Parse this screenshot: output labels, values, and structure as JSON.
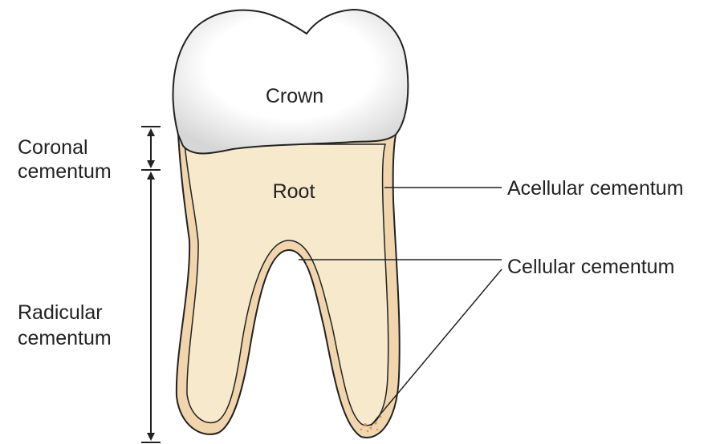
{
  "labels": {
    "crown": "Crown",
    "root": "Root",
    "coronal_line1": "Coronal",
    "coronal_line2": "cementum",
    "radicular_line1": "Radicular",
    "radicular_line2": "cementum",
    "acellular": "Acellular cementum",
    "cellular": "Cellular cementum"
  },
  "colors": {
    "enamel": "#ffffff",
    "enamel_shade": "#d6d6d6",
    "dentin": "#f6e9cc",
    "cementum": "#f0d5ad",
    "cellular_cementum": "#c98f66",
    "outline": "#222222"
  }
}
